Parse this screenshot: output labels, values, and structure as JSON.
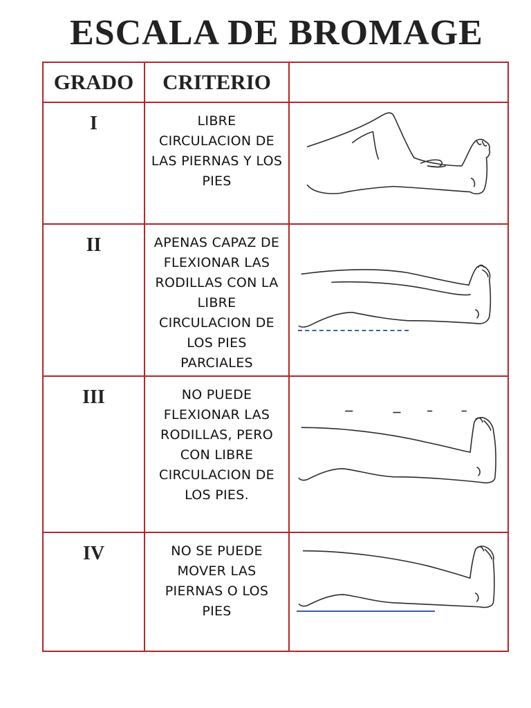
{
  "title": "ESCALA DE BROMAGE",
  "headers": {
    "grado": "GRADO",
    "criterio": "CRITERIO",
    "image": ""
  },
  "rows": [
    {
      "grado": "I",
      "criterio": "LIBRE CIRCULACION DE LAS PIERNAS Y LOS PIES",
      "illustration": "leg-knee-flexed-icon"
    },
    {
      "grado": "II",
      "criterio": "APENAS CAPAZ DE FLEXIONAR LAS RODILLAS CON LA LIBRE CIRCULACION DE LOS PIES PARCIALES",
      "illustration": "leg-slightly-flexed-icon"
    },
    {
      "grado": "III",
      "criterio": "NO PUEDE FLEXIONAR LAS RODILLAS, PERO CON LIBRE CIRCULACION DE LOS PIES.",
      "illustration": "leg-extended-foot-moving-icon"
    },
    {
      "grado": "IV",
      "criterio": "NO SE PUEDE MOVER LAS PIERNAS O LOS PIES",
      "illustration": "leg-immobile-icon"
    }
  ],
  "colors": {
    "table_border": "#b3262b",
    "caption_blue": "#3b5ea8"
  }
}
